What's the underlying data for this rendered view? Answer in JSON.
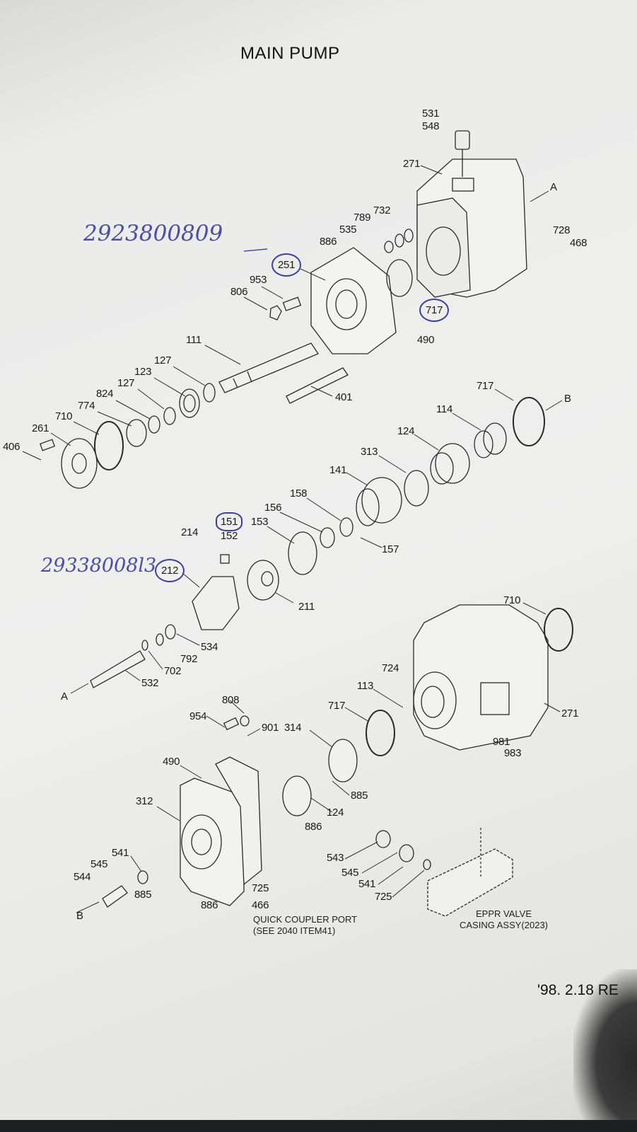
{
  "title": "MAIN PUMP",
  "handwritten": [
    "2923800809",
    "29338008l3"
  ],
  "labels": [
    "531",
    "548",
    "271",
    "A",
    "732",
    "789",
    "728",
    "535",
    "468",
    "886",
    "251",
    "953",
    "806",
    "717",
    "111",
    "490",
    "127",
    "123",
    "127",
    "824",
    "774",
    "710",
    "261",
    "406",
    "401",
    "717",
    "B",
    "114",
    "124",
    "313",
    "141",
    "158",
    "156",
    "151",
    "152",
    "153",
    "214",
    "157",
    "212",
    "211",
    "710",
    "534",
    "792",
    "702",
    "724",
    "532",
    "A",
    "113",
    "717",
    "271",
    "808",
    "954",
    "901",
    "314",
    "981",
    "983",
    "490",
    "885",
    "312",
    "124",
    "886",
    "541",
    "543",
    "545",
    "545",
    "544",
    "541",
    "725",
    "885",
    "725",
    "886",
    "466",
    "B"
  ],
  "notes": {
    "quick_coupler": [
      "QUICK COUPLER PORT",
      "(SEE 2040 ITEM41)"
    ],
    "eppr": [
      "EPPR VALVE",
      "CASING ASSY(2023)"
    ]
  },
  "revision": "'98. 2.18 RE",
  "colors": {
    "ink": "#1a1a1a",
    "pen": "#3a3f9a",
    "paper": "#ececeb"
  }
}
